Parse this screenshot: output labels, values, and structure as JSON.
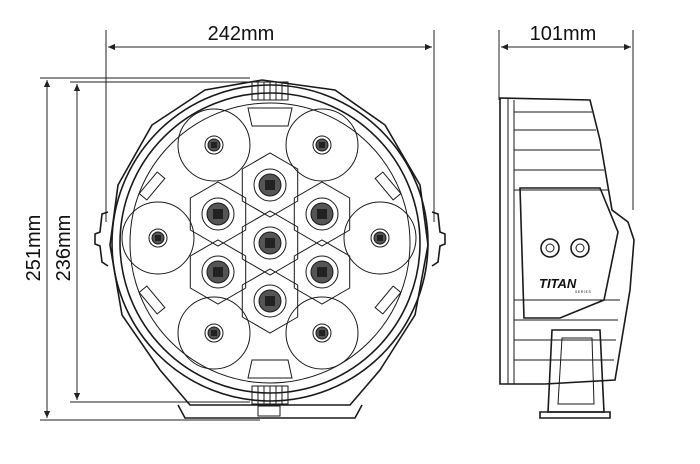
{
  "dimensions": {
    "width_front": "242mm",
    "height_overall": "251mm",
    "height_body": "236mm",
    "depth_side": "101mm"
  },
  "brand": {
    "name": "TITAN",
    "sub": "SERIES"
  }
}
